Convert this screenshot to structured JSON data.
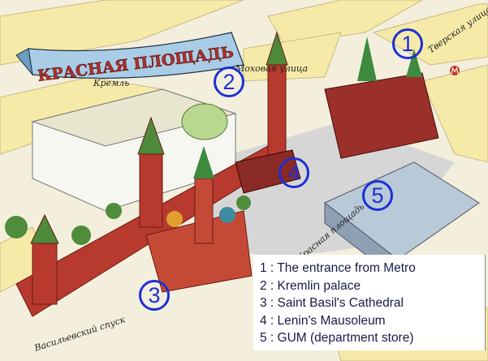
{
  "map": {
    "title_banner": "КРАСНАЯ ПЛОЩАДЬ",
    "streets": {
      "mokhovaya": "Моховая улица",
      "tverskaya": "Тверская улица",
      "kremlin": "Кремль",
      "red_square": "Красная площадь",
      "vasilyevsky": "Васильевский спуск"
    },
    "metro_icon": "metro-icon",
    "markers": [
      "1",
      "2",
      "3",
      "4",
      "5"
    ]
  },
  "legend": {
    "items": [
      "1 : The entrance from Metro",
      "2 : Kremlin palace",
      "3 : Saint Basil's Cathedral",
      "4 : Lenin's Mausoleum",
      "5 : GUM (department store)"
    ]
  },
  "colors": {
    "marker": "#1c2fd6",
    "wall": "#b8392e",
    "banner": "#a9cde6"
  }
}
